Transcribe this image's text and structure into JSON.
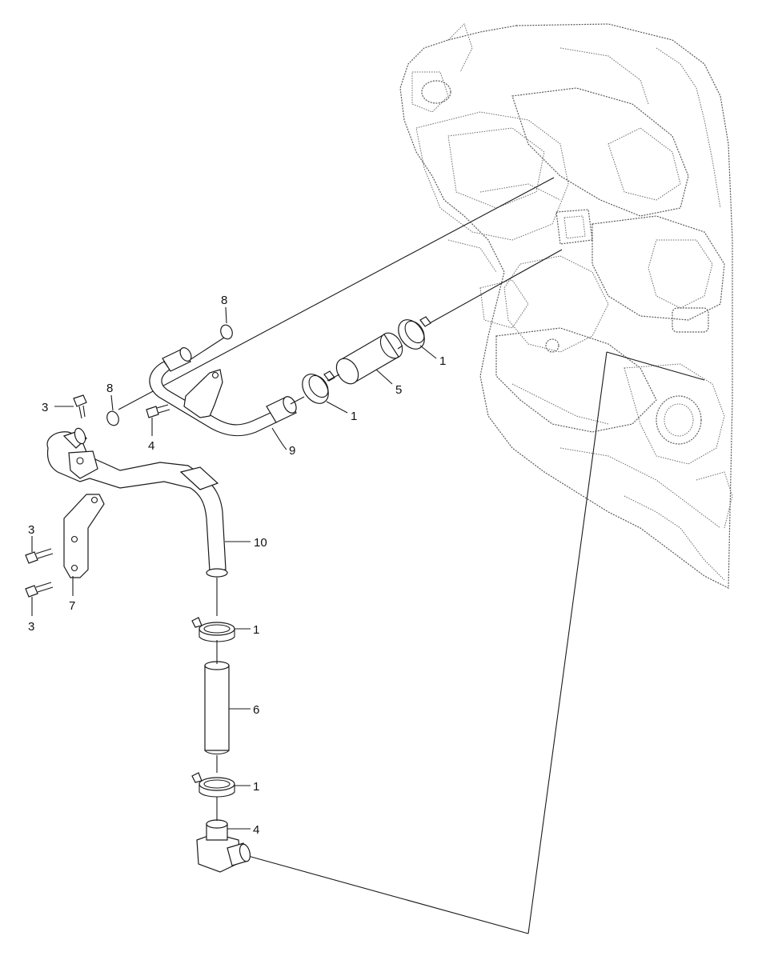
{
  "callouts": [
    {
      "id": "c8a",
      "text": "8"
    },
    {
      "id": "c8b",
      "text": "8"
    },
    {
      "id": "c3a",
      "text": "3"
    },
    {
      "id": "c4a",
      "text": "4"
    },
    {
      "id": "c9",
      "text": "9"
    },
    {
      "id": "c1a",
      "text": "1"
    },
    {
      "id": "c5",
      "text": "5"
    },
    {
      "id": "c1b",
      "text": "1"
    },
    {
      "id": "c10",
      "text": "10"
    },
    {
      "id": "c3b",
      "text": "3"
    },
    {
      "id": "c7",
      "text": "7"
    },
    {
      "id": "c3c",
      "text": "3"
    },
    {
      "id": "c1c",
      "text": "1"
    },
    {
      "id": "c6",
      "text": "6"
    },
    {
      "id": "c1d",
      "text": "1"
    },
    {
      "id": "c4b",
      "text": "4"
    }
  ]
}
